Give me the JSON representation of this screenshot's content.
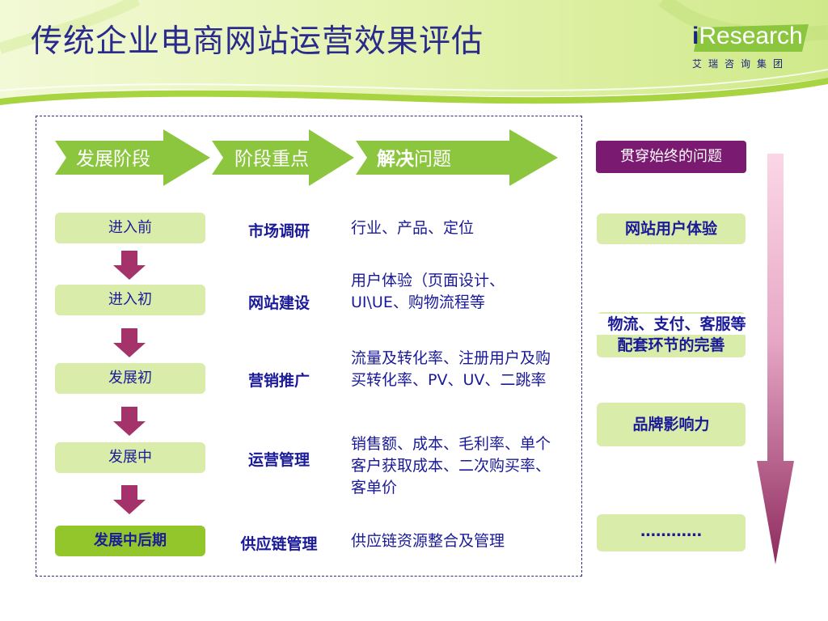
{
  "header": {
    "title": "传统企业电商网站运营效果评估",
    "logo_i": "i",
    "logo_rest": "Research",
    "logo_sub": "艾瑞咨询集团"
  },
  "arrows": [
    {
      "label": "发展阶段"
    },
    {
      "label": "阶段重点"
    },
    {
      "label_bold": "解决",
      "label_rest": "问题"
    }
  ],
  "stages": [
    {
      "stage": "进入前",
      "focus": "市场调研",
      "problem": "行业、产品、定位"
    },
    {
      "stage": "进入初",
      "focus": "网站建设",
      "problem": "用户体验（页面设计、UI\\UE、购物流程等"
    },
    {
      "stage": "发展初",
      "focus": "营销推广",
      "problem": "流量及转化率、注册用户及购买转化率、PV、UV、二跳率"
    },
    {
      "stage": "发展中",
      "focus": "运营管理",
      "problem": "销售额、成本、毛利率、单个客户获取成本、二次购买率、客单价"
    },
    {
      "stage": "发展中后期",
      "focus": "供应链管理",
      "problem": "供应链资源整合及管理"
    }
  ],
  "right_panel": {
    "heading": "贯穿始终的问题",
    "items": [
      {
        "line1": "网站用户体验"
      },
      {
        "line1": "物流、支付、客服等",
        "line2": "配套环节的完善"
      },
      {
        "line1": "品牌影响力"
      },
      {
        "line1": "…………"
      }
    ]
  },
  "colors": {
    "title": "#2a2a8c",
    "green_arrow": "#8cc63f",
    "stage_light": "#d9ecaa",
    "stage_dark": "#92c62a",
    "purple": "#7a1a70",
    "text_blue": "#1a1a99"
  }
}
